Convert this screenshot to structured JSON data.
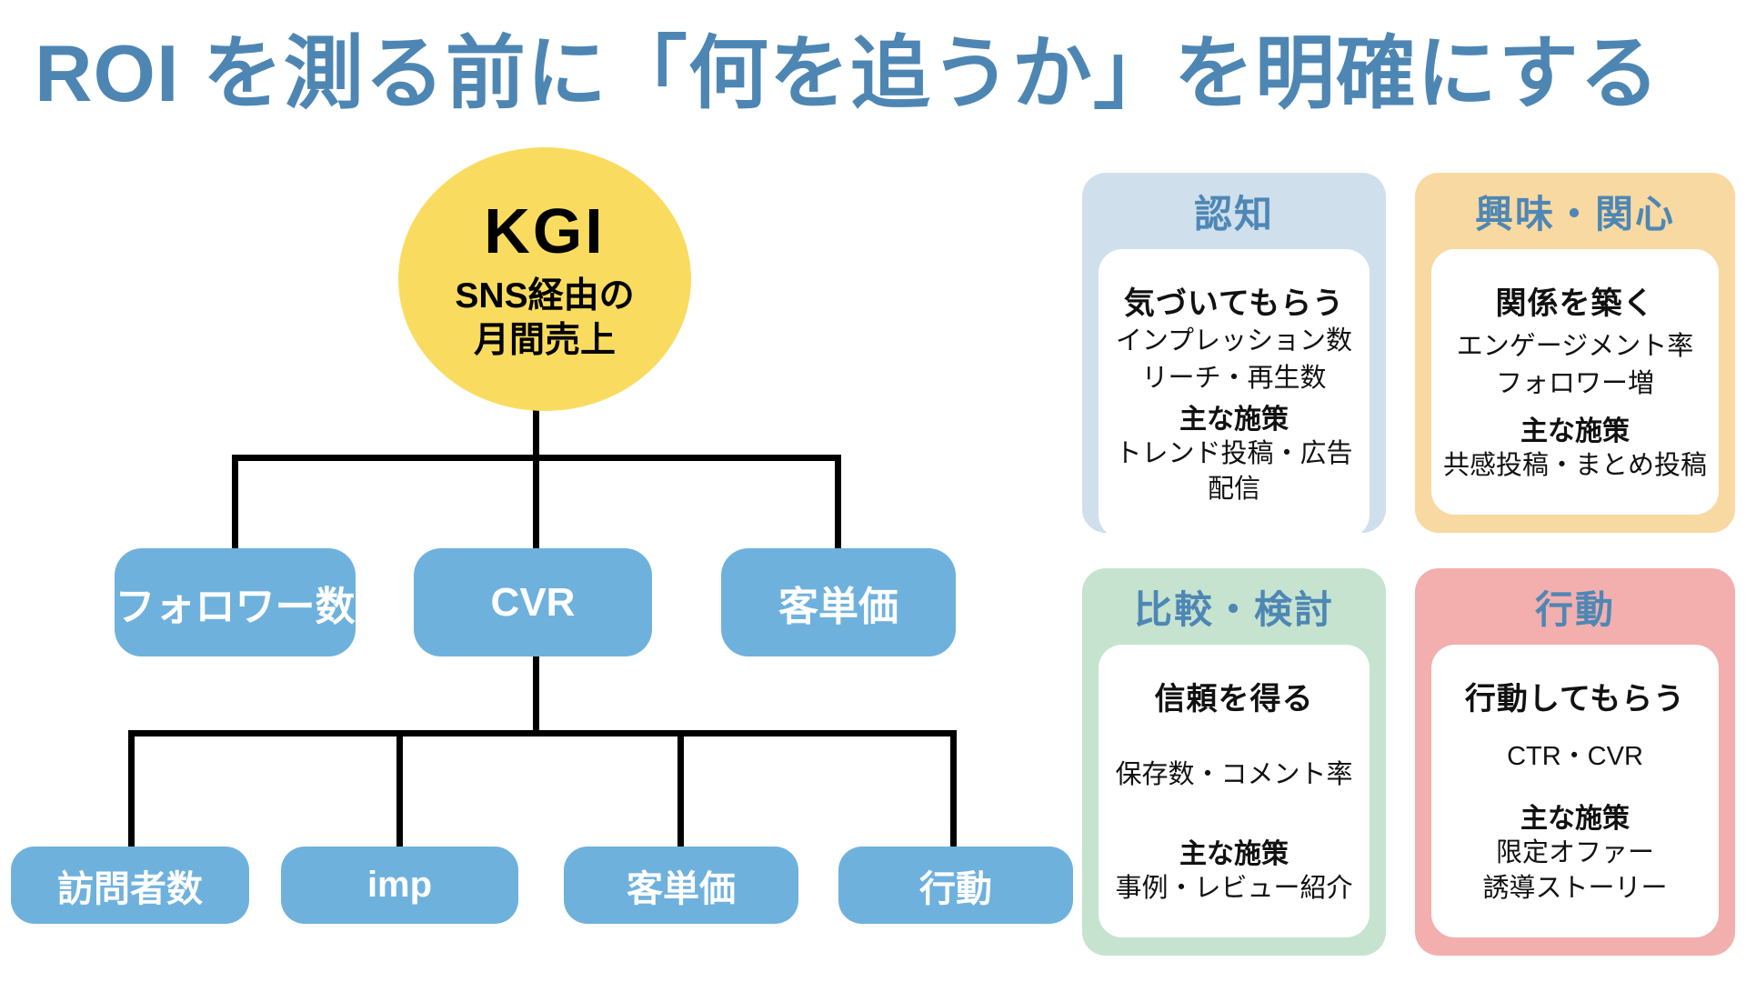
{
  "title": "ROI を測る前に「何を追うか」を明確にする",
  "colors": {
    "title_blue": "#4E86B3",
    "card_header_blue": "#4E87B5",
    "node_blue": "#6FB1DD",
    "kgi_yellow": "#F9DC5F",
    "connector_black": "#000000",
    "card_awareness_bg": "#CFDFEC",
    "card_interest_bg": "#F8D9A2",
    "card_consideration_bg": "#C6E3CF",
    "card_action_bg": "#F2AFAE"
  },
  "tree": {
    "root": {
      "label": "KGI",
      "sub": [
        "SNS経由の",
        "月間売上"
      ]
    },
    "level1": [
      "フォロワー数",
      "CVR",
      "客単価"
    ],
    "level2": [
      "訪問者数",
      "imp",
      "客単価",
      "行動"
    ]
  },
  "cards": [
    {
      "title": "認知",
      "bg": "#CFDFEC",
      "goal": "気づいてもらう",
      "metrics": [
        "インプレッション数",
        "リーチ・再生数"
      ],
      "actions_label": "主な施策",
      "actions": [
        "トレンド投稿・広告配信"
      ]
    },
    {
      "title": "興味・関心",
      "bg": "#F8D9A2",
      "goal": "関係を築く",
      "metrics": [
        "エンゲージメント率",
        "フォロワー増"
      ],
      "actions_label": "主な施策",
      "actions": [
        "共感投稿・まとめ投稿"
      ]
    },
    {
      "title": "比較・検討",
      "bg": "#C6E3CF",
      "goal": "信頼を得る",
      "metrics": [
        "保存数・コメント率"
      ],
      "actions_label": "主な施策",
      "actions": [
        "事例・レビュー紹介"
      ]
    },
    {
      "title": "行動",
      "bg": "#F2AFAE",
      "goal": "行動してもらう",
      "metrics": [
        "CTR・CVR"
      ],
      "actions_label": "主な施策",
      "actions": [
        "限定オファー",
        "誘導ストーリー"
      ]
    }
  ]
}
